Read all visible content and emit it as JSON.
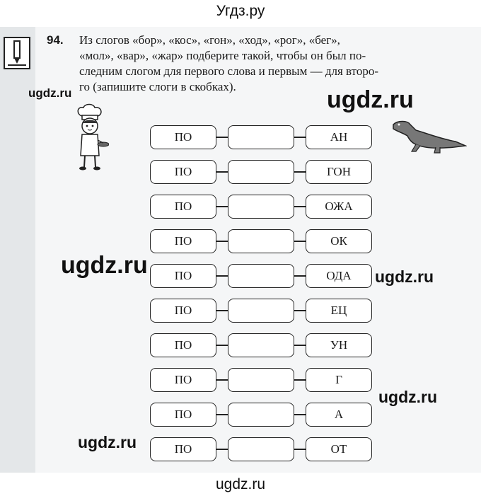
{
  "site_title": "Угдз.ру",
  "footer_watermark": "ugdz.ru",
  "task": {
    "number": "94.",
    "lines": [
      "Из слогов «бор», «кос», «гон», «ход», «рог», «бег»,",
      "«мол», «вар», «жар» подберите такой, чтобы он был по-",
      "следним слогом для первого слова и первым — для второ-",
      "го (запишите слоги в скобках)."
    ]
  },
  "watermarks": [
    "ugdz.ru",
    "ugdz.ru",
    "ugdz.ru",
    "ugdz.ru",
    "ugdz.ru",
    "ugdz.ru"
  ],
  "rows": [
    {
      "left": "ПО",
      "middle": "",
      "right": "АН"
    },
    {
      "left": "ПО",
      "middle": "",
      "right": "ГОН"
    },
    {
      "left": "ПО",
      "middle": "",
      "right": "ОЖА"
    },
    {
      "left": "ПО",
      "middle": "",
      "right": "ОК"
    },
    {
      "left": "ПО",
      "middle": "",
      "right": "ОДА"
    },
    {
      "left": "ПО",
      "middle": "",
      "right": "ЕЦ"
    },
    {
      "left": "ПО",
      "middle": "",
      "right": "УН"
    },
    {
      "left": "ПО",
      "middle": "",
      "right": "Г"
    },
    {
      "left": "ПО",
      "middle": "",
      "right": "А"
    },
    {
      "left": "ПО",
      "middle": "",
      "right": "ОТ"
    }
  ]
}
